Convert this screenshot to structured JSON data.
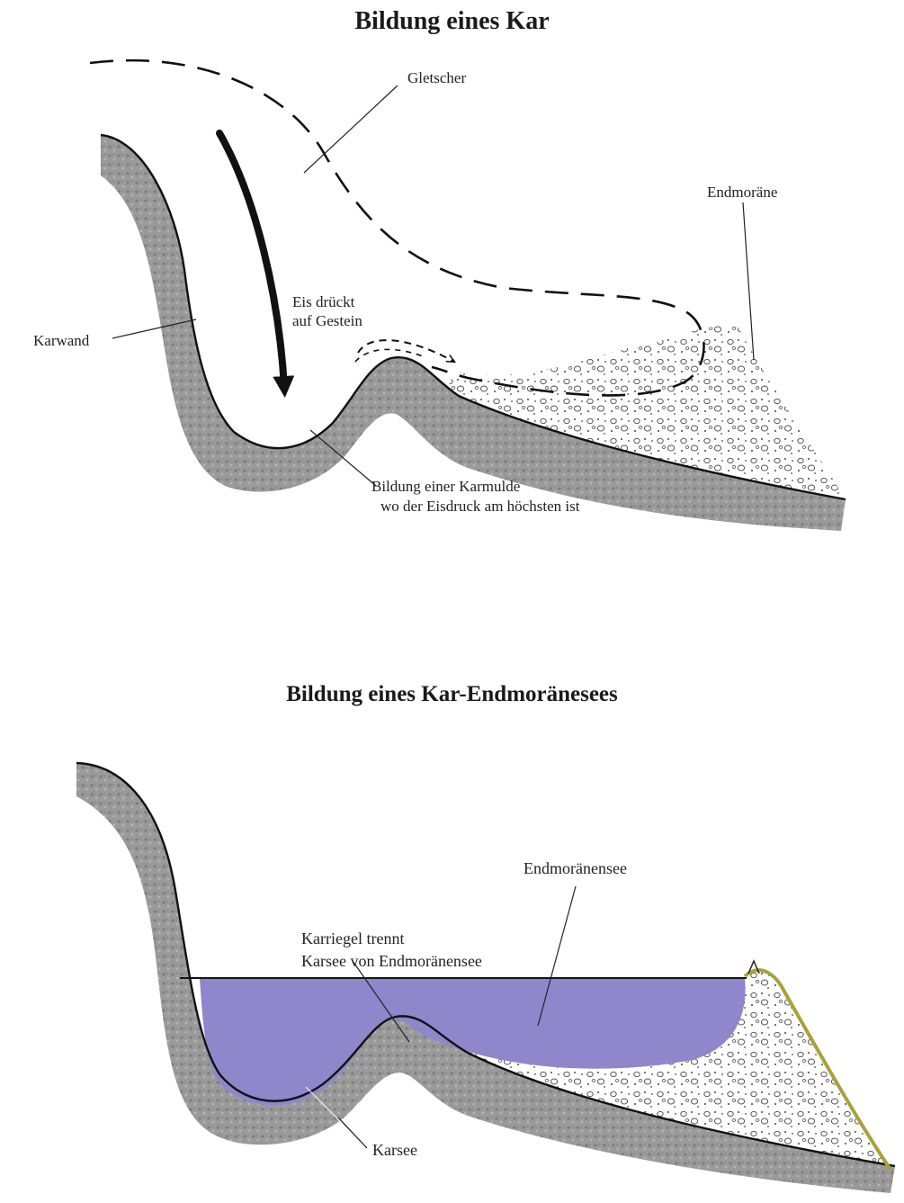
{
  "diagram1": {
    "title": "Bildung eines Kar",
    "labels": {
      "gletscher": "Gletscher",
      "endmoraene": "Endmoräne",
      "eis_line1": "Eis drückt",
      "eis_line2": "auf Gestein",
      "karwand": "Karwand",
      "karmulde_line1": "Bildung einer Karmulde",
      "karmulde_line2": "wo der Eisdruck am höchsten ist"
    }
  },
  "diagram2": {
    "title": "Bildung eines Kar-Endmoränesees",
    "labels": {
      "endmoraenensee": "Endmoränensee",
      "karriegel_line1": "Karriegel trennt",
      "karriegel_line2": "Karsee von Endmoränensee",
      "karsee": "Karsee"
    }
  },
  "colors": {
    "rock": "#9a9a9a",
    "water": "#8f86cc",
    "moraine_outline": "#a9a23a",
    "line": "#111111"
  }
}
